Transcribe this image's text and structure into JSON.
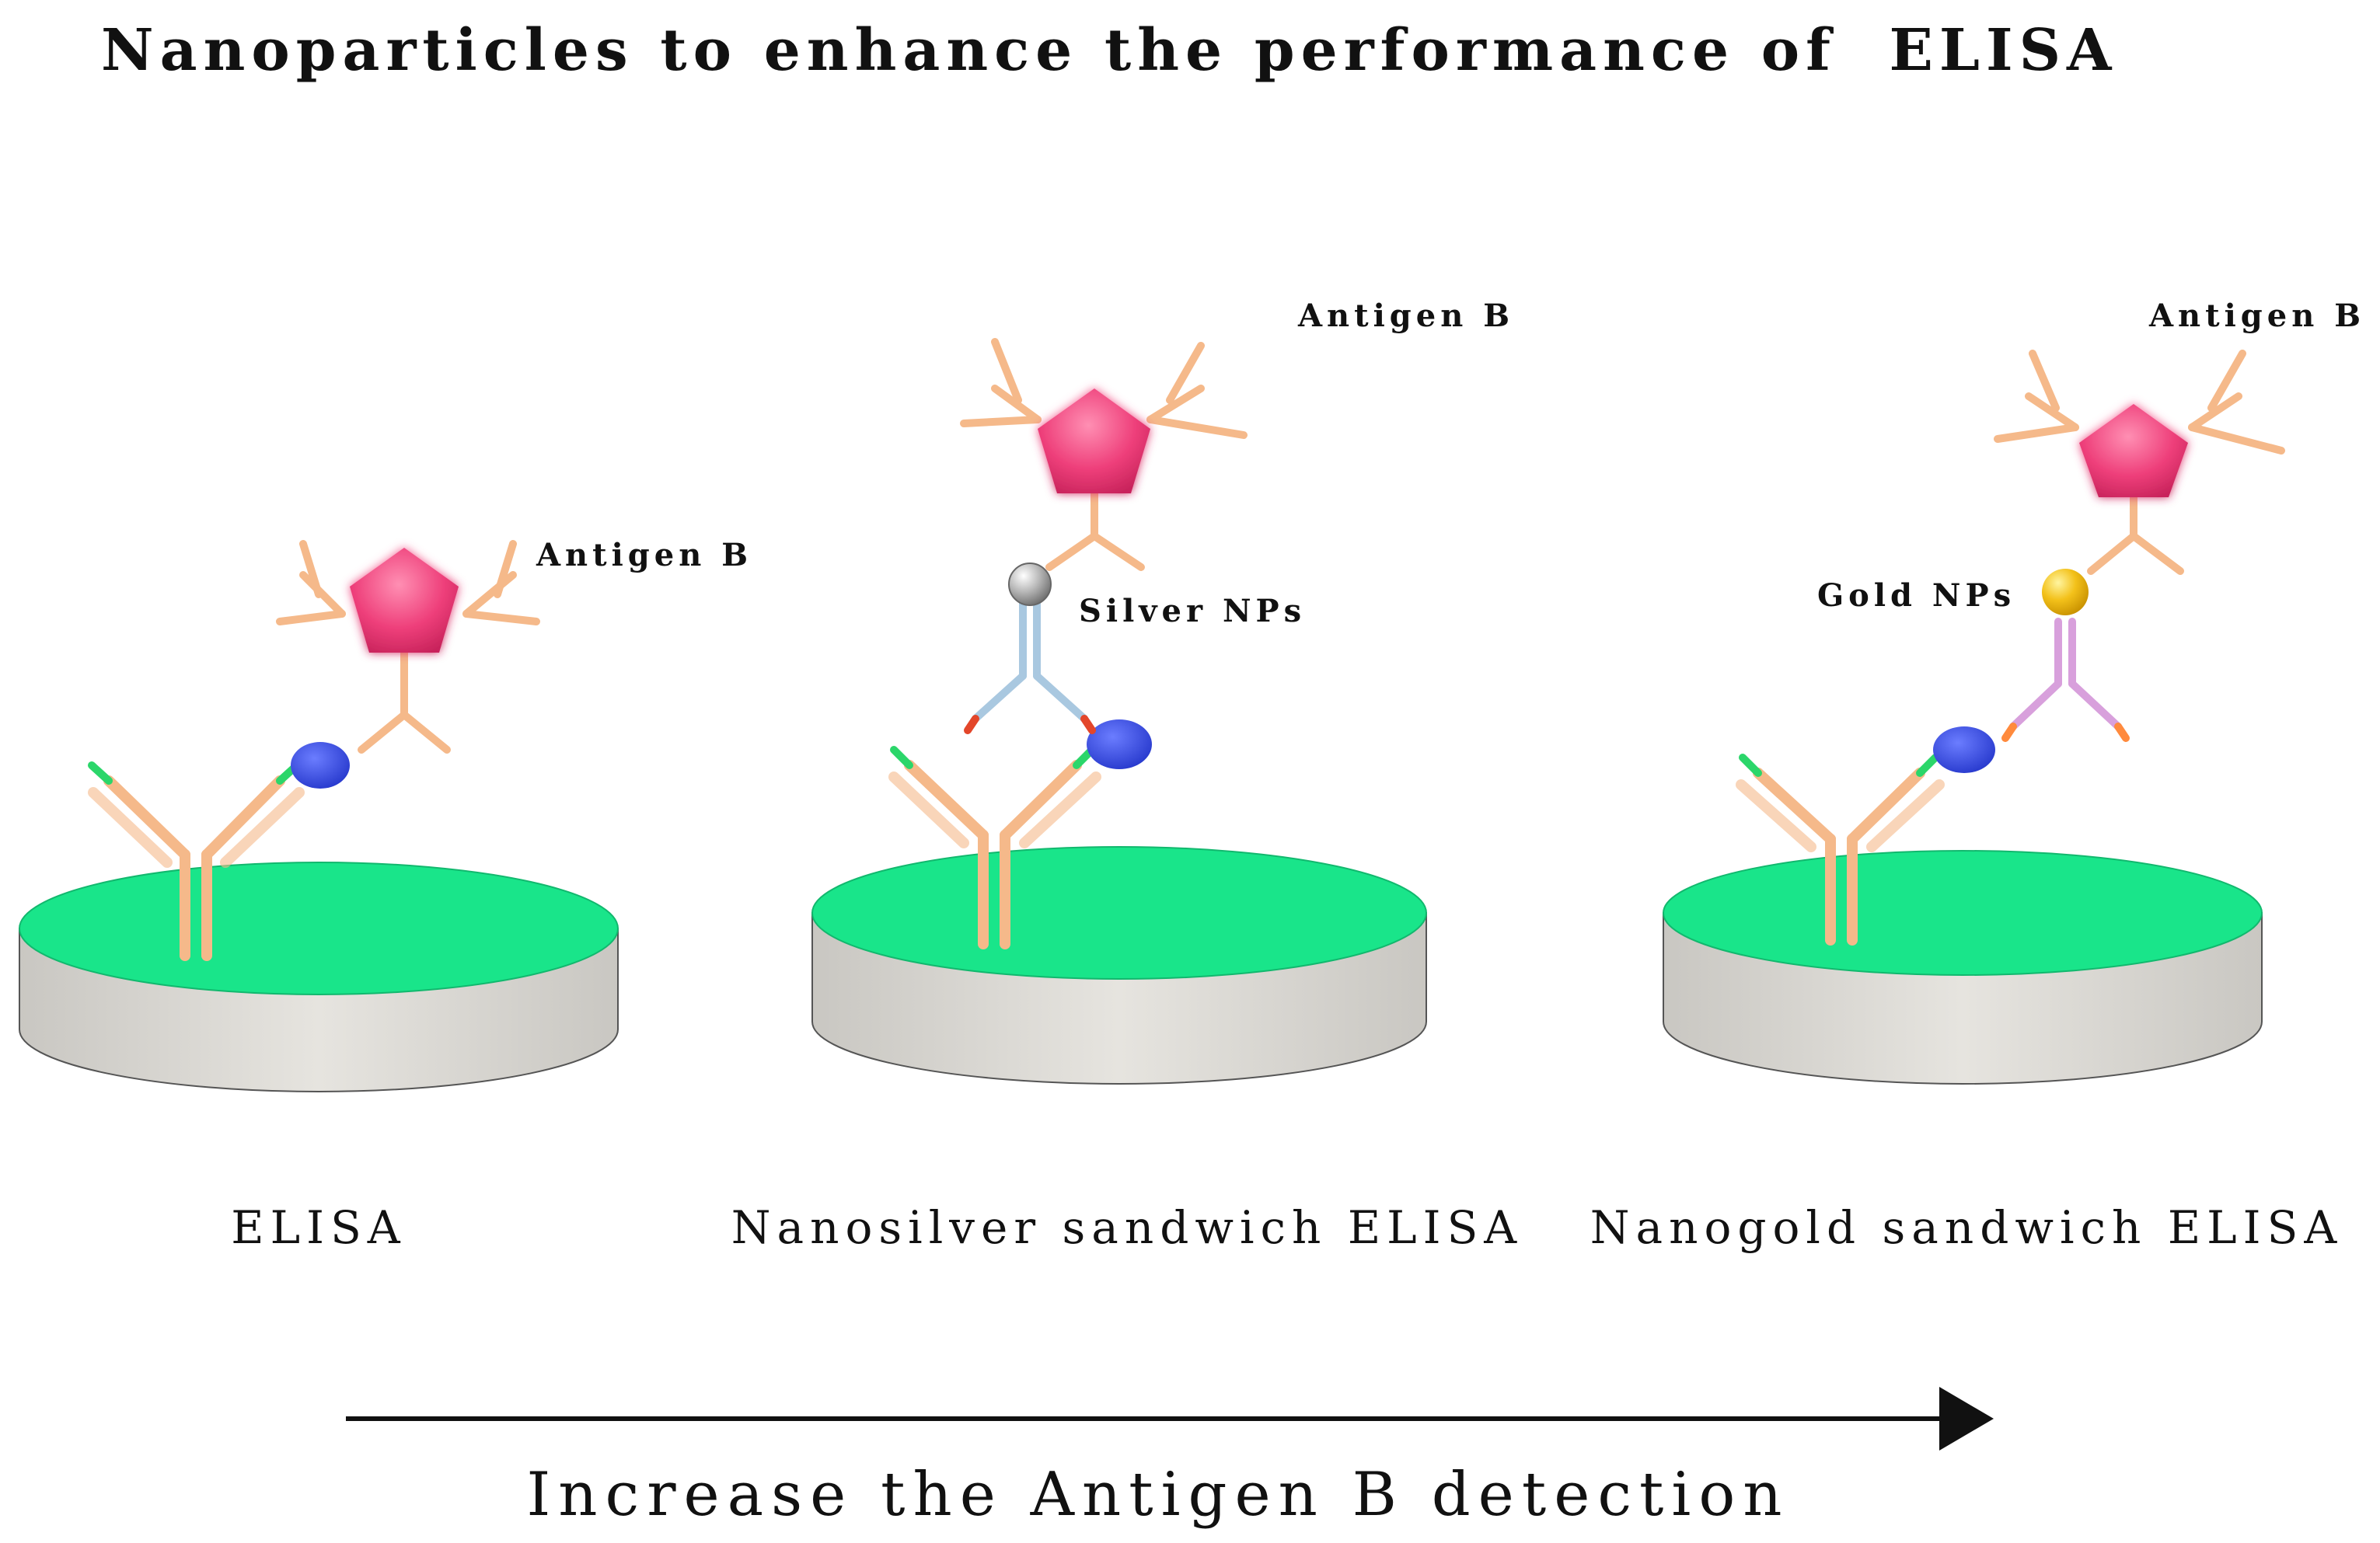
{
  "title": "Nanoparticles to enhance the performance of  ELISA",
  "panels": [
    {
      "caption": "ELISA",
      "antigen_label": "Antigen B",
      "np_label": ""
    },
    {
      "caption": "Nanosilver sandwich ELISA",
      "antigen_label": "Antigen B",
      "np_label": "Silver NPs"
    },
    {
      "caption": "Nanogold sandwich ELISA",
      "antigen_label": "Antigen B",
      "np_label": "Gold NPs"
    }
  ],
  "arrow_label": "Increase the Antigen B detection",
  "colors": {
    "plate_top": "#19e58a",
    "plate_side": "#dcdad5",
    "antibody": "#f5b98a",
    "antigen": "#ee3f7a",
    "marker": "#3b4fe0",
    "silver": "#c8c8c8",
    "gold": "#f3c11a"
  }
}
